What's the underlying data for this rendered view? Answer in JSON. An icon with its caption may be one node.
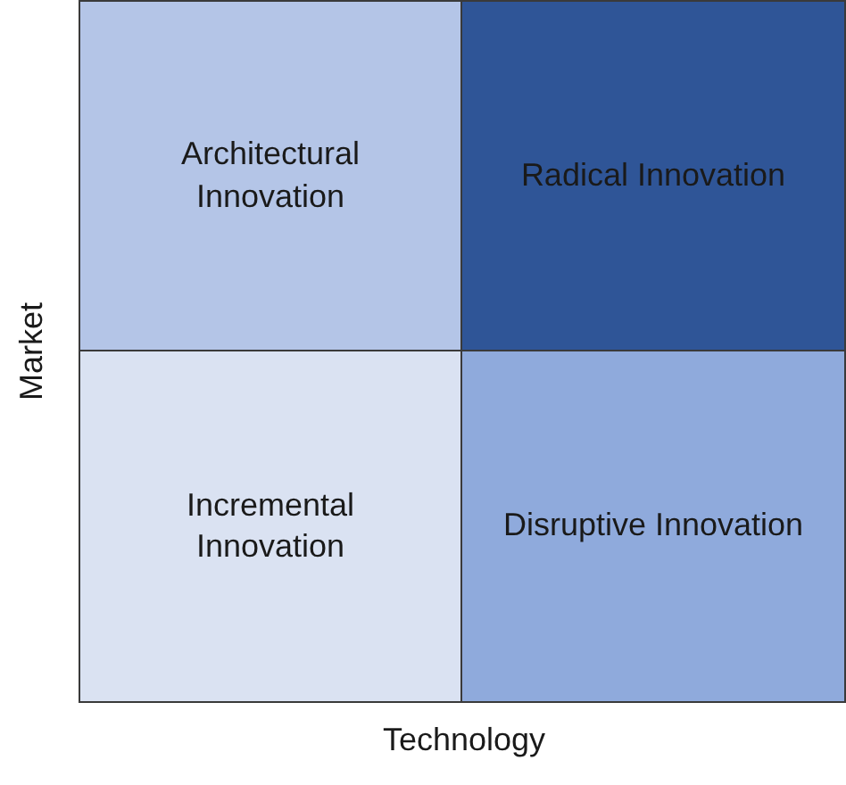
{
  "diagram": {
    "nodes": [
      {
        "text": [
          "Architectural Innovation"
        ]
      },
      {
        "text": [
          "Radical Innovation"
        ]
      },
      {
        "text": [
          "Incremental Innovation"
        ]
      },
      {
        "text": [
          "Disruptive Innovation"
        ]
      }
    ],
    "labels": [
      "Market",
      "Technology"
    ]
  }
}
